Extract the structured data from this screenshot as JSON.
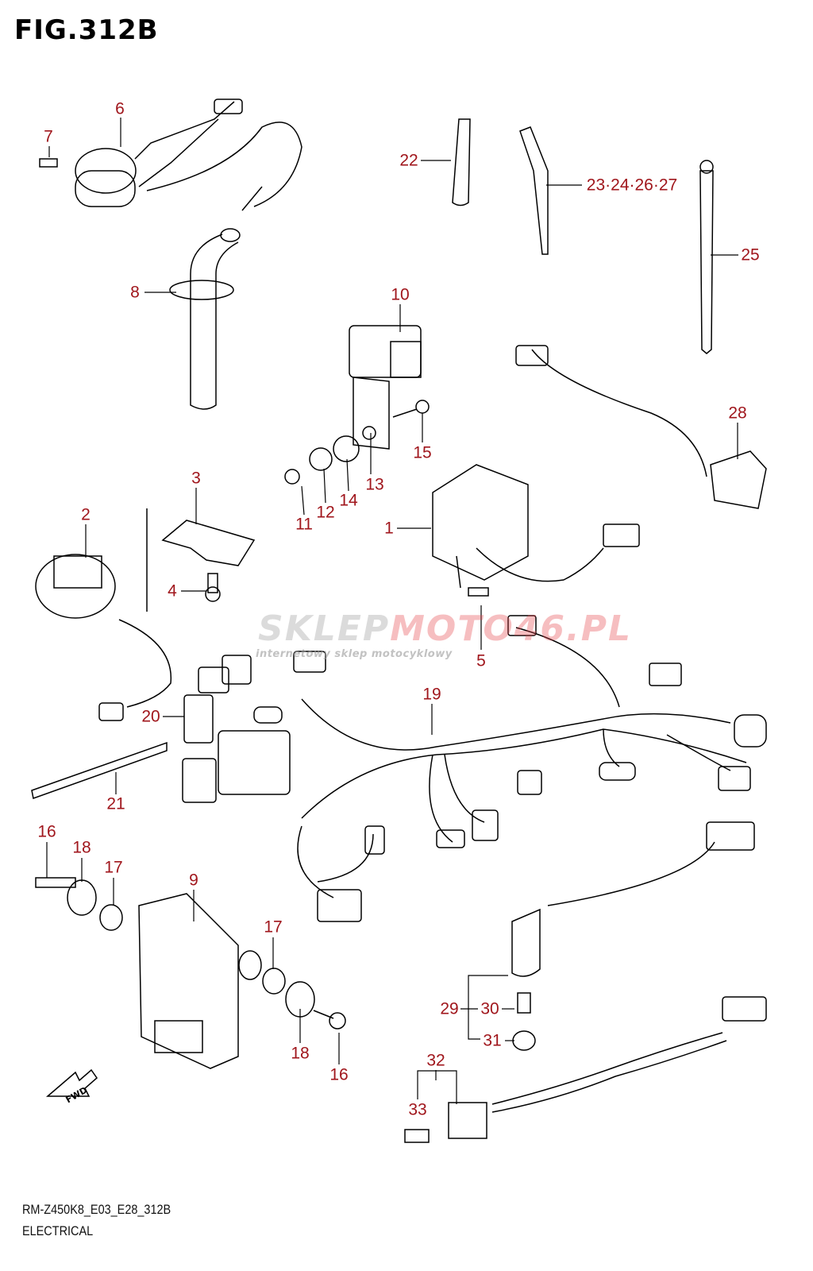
{
  "title": "FIG.312B",
  "watermark": {
    "brand_a": "SKLEP",
    "brand_b": "MOTO46.PL",
    "tagline": "internetowy sklep motocyklowy"
  },
  "callouts": [
    "6",
    "7",
    "8",
    "10",
    "22",
    "23·24·26·27",
    "25",
    "15",
    "13",
    "11",
    "12",
    "14",
    "28",
    "1",
    "3",
    "2",
    "4",
    "5",
    "19",
    "20",
    "21",
    "16",
    "18",
    "17",
    "9",
    "17",
    "18",
    "16",
    "29",
    "30",
    "31",
    "32",
    "33"
  ],
  "fwd_label": "FWD",
  "footer": {
    "model_code": "RM-Z450K8_E03_E28_312B",
    "section": "ELECTRICAL"
  },
  "colors": {
    "callout": "#a0161c",
    "line": "#000000"
  }
}
